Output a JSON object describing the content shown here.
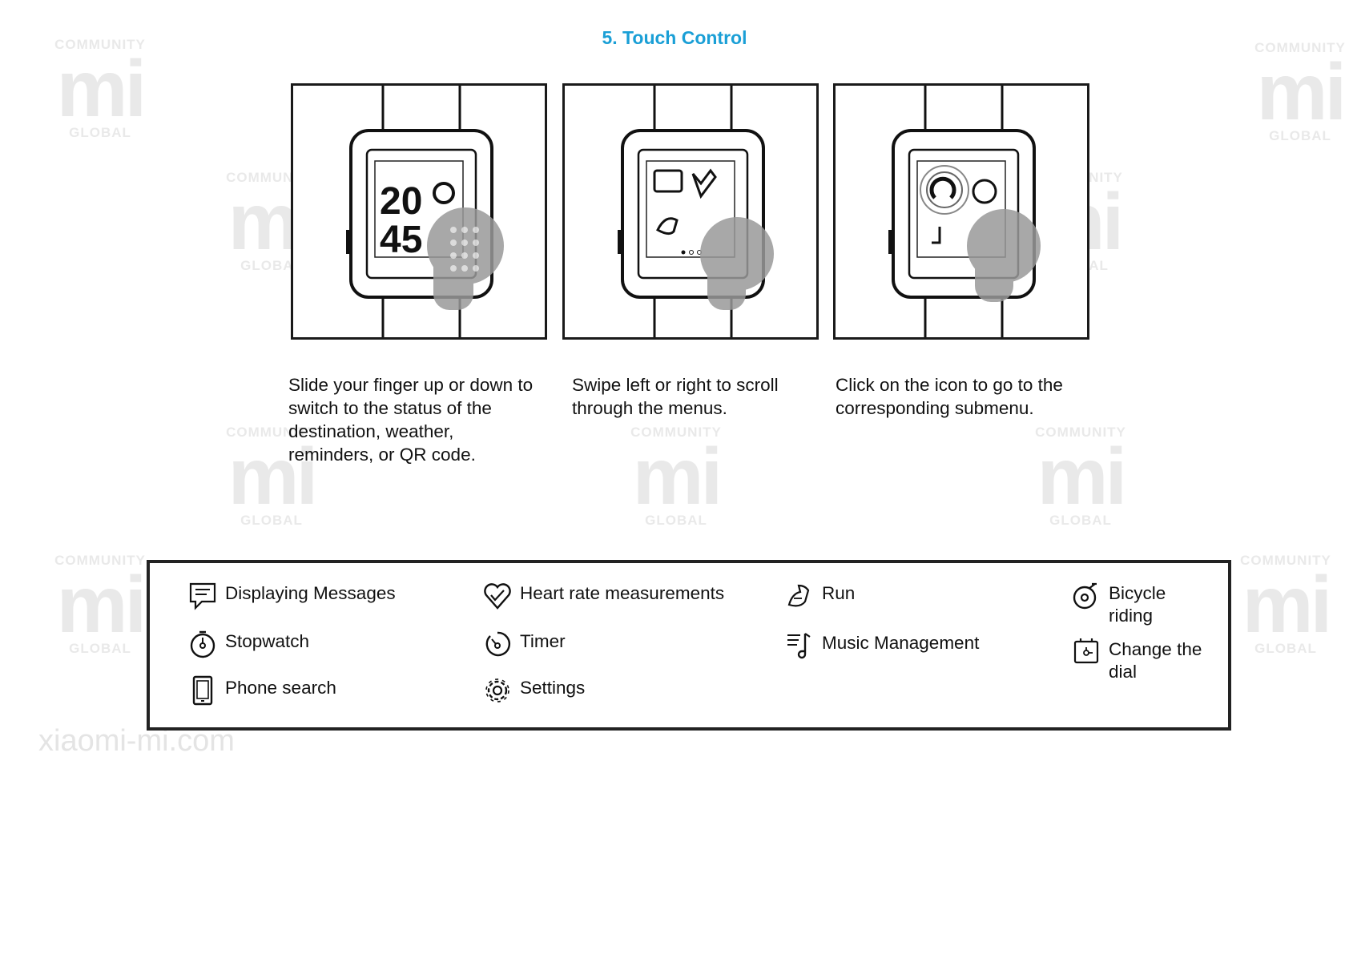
{
  "page": {
    "title": "5. Touch Control",
    "accent_color": "#1a9fd6"
  },
  "panels": [
    {
      "illustration": "watch-clock-face-swipe-vertical",
      "watch_time_top": "20",
      "watch_time_bottom": "45",
      "caption": "Slide your finger up or down to switch to the status of the destination, weather, reminders, or QR code."
    },
    {
      "illustration": "watch-menu-swipe-horizontal",
      "caption": "Swipe left or right to scroll through the menus."
    },
    {
      "illustration": "watch-tap-icon",
      "caption": "Click on the icon to go to the corresponding submenu."
    }
  ],
  "legend": {
    "items": [
      {
        "icon": "message-icon",
        "label": "Displaying Messages"
      },
      {
        "icon": "heart-rate-icon",
        "label": "Heart rate measurements"
      },
      {
        "icon": "run-icon",
        "label": "Run"
      },
      {
        "icon": "bicycle-icon",
        "label": "Bicycle riding"
      },
      {
        "icon": "stopwatch-icon",
        "label": "Stopwatch"
      },
      {
        "icon": "timer-icon",
        "label": "Timer"
      },
      {
        "icon": "music-icon",
        "label": "Music Management"
      },
      {
        "icon": "dial-icon",
        "label": "Change the dial"
      },
      {
        "icon": "phone-icon",
        "label": "Phone search"
      },
      {
        "icon": "settings-icon",
        "label": "Settings"
      }
    ]
  },
  "watermark": {
    "community": "COMMUNITY",
    "logo": "mi",
    "global": "GLOBAL",
    "site": "xiaomi-mi.com",
    "color": "#e9e9e9"
  }
}
